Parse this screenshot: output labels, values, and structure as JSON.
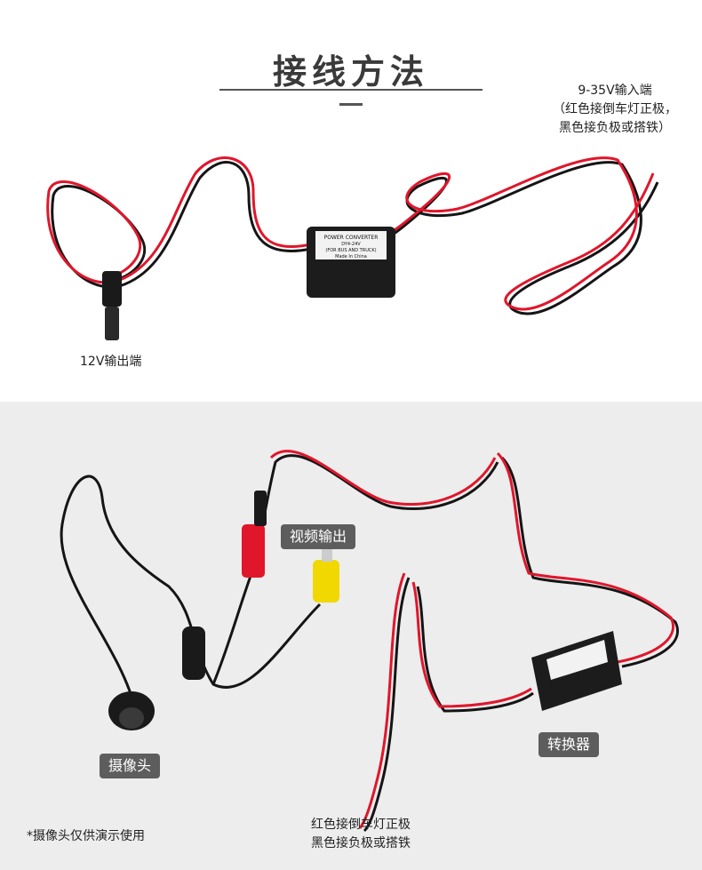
{
  "title": "接线方法",
  "top": {
    "input_label": [
      "9-35V输入端",
      "（红色接倒车灯正极，",
      "黑色接负极或搭铁）"
    ],
    "output_label": "12V输出端",
    "converter_text": [
      "POWER CONVERTER",
      "DY4-24V",
      "(FOR BUS AND TRUCK)",
      "Made In China"
    ]
  },
  "bottom": {
    "video_tag": "视频输出",
    "camera_tag": "摄像头",
    "converter_tag": "转换器",
    "note": "*摄像头仅供演示使用",
    "wire_label": [
      "红色接倒车灯正极",
      "黑色接负极或搭铁"
    ]
  },
  "colors": {
    "wire_red": "#e0162b",
    "wire_black": "#151515",
    "connector_yellow": "#f0d800",
    "tag_bg": "#5d5d5d"
  }
}
